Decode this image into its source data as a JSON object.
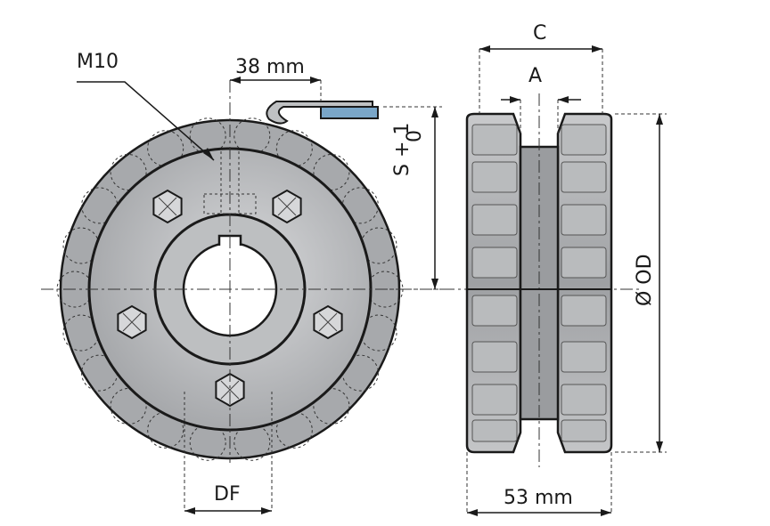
{
  "labels": {
    "thread": "M10",
    "key_width": "38 mm",
    "total_width": "C",
    "groove_width": "A",
    "slack": "S + 1",
    "slack_tol": "0",
    "outer_diameter": "Ø OD",
    "bore_distance": "DF",
    "body_width": "53 mm"
  },
  "colors": {
    "body": "#a9abae",
    "body_light": "#d3d4d6",
    "line": "#1a1a1a",
    "tab": "#7aa6c8"
  }
}
